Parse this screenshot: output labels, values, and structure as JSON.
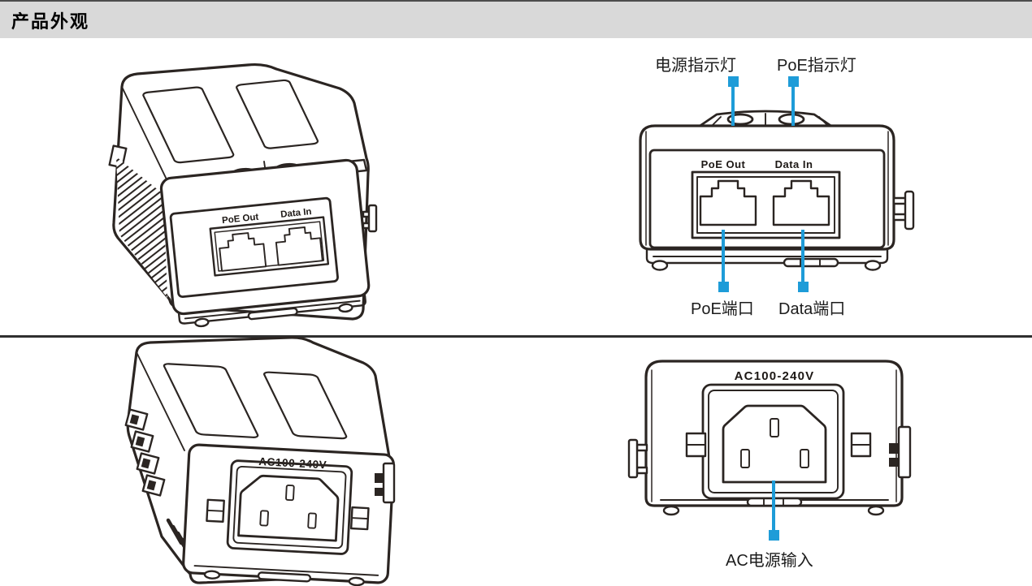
{
  "page": {
    "section_title": "产品外观"
  },
  "colors": {
    "callout_blue": "#1E9CD8",
    "line": "#2B2522",
    "header_bg": "#D9D9D9"
  },
  "device": {
    "poe_out": "PoE Out",
    "data_in": "Data In",
    "ac_rating": "AC100-240V"
  },
  "callouts": {
    "power_led": "电源指示灯",
    "poe_led": "PoE指示灯",
    "poe_port": "PoE端口",
    "data_port": "Data端口",
    "ac_input": "AC电源输入"
  }
}
